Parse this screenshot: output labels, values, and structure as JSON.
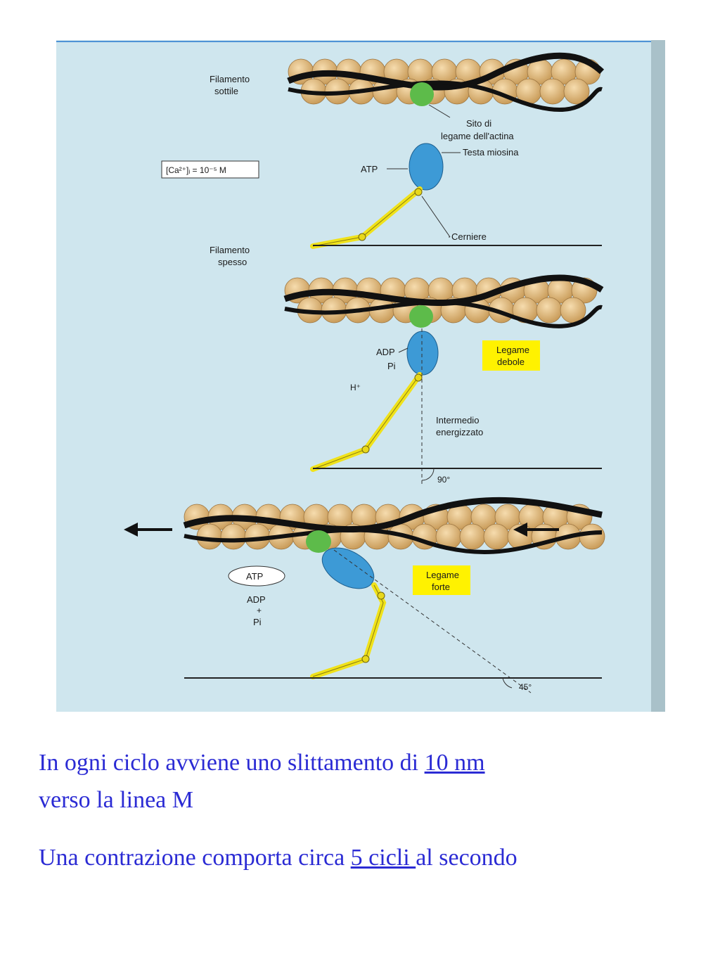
{
  "figure": {
    "labels": {
      "thin_filament": [
        "Filamento",
        "sottile"
      ],
      "actin_site": [
        "Sito di",
        "legame dell'actina"
      ],
      "myosin_head": "Testa miosina",
      "calcium": "[Ca²⁺]ᵢ = 10⁻⁵ M",
      "atp": "ATP",
      "hinges": "Cerniere",
      "thick_filament": [
        "Filamento",
        "spesso"
      ],
      "adp": "ADP",
      "pi": "Pi",
      "h_ion": "H⁺",
      "weak_bond": [
        "Legame",
        "debole"
      ],
      "energized_intermediate": [
        "Intermedio",
        "energizzato"
      ],
      "angle_90": "90°",
      "atp_released": "ATP",
      "adp_pi": [
        "ADP",
        "+",
        "Pi"
      ],
      "strong_bond": [
        "Legame",
        "forte"
      ],
      "angle_45": "45°"
    },
    "colors": {
      "background": "#cfe6ee",
      "actin_bead": "#e8c48c",
      "tropomyosin": "#111111",
      "binding_site": "#5dbb4a",
      "myosin_head": "#3d9ad6",
      "myosin_neck": "#f0e21a",
      "callout_box": "#fff200"
    }
  },
  "caption": {
    "line1_before": "In ogni ciclo avviene uno slittamento di ",
    "line1_underlined": "10 nm",
    "line1_after": "verso la linea M",
    "line2_before": "Una contrazione comporta circa ",
    "line2_underlined": "5 cicli ",
    "line2_after": "al secondo"
  }
}
